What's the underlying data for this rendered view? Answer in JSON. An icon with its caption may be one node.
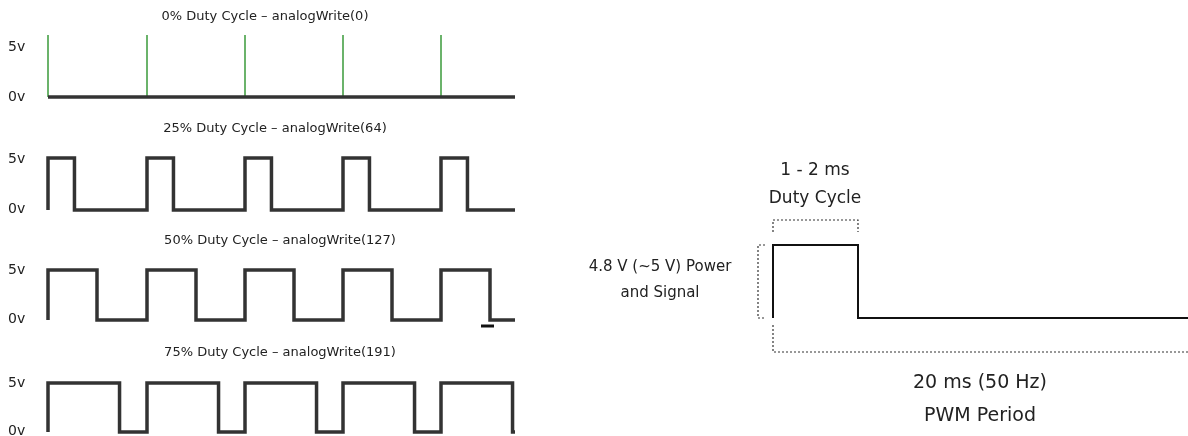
{
  "diagram": {
    "labels": [
      "0% Duty Cycle – analogWrite(0)",
      "5v",
      "0v",
      "25% Duty Cycle – analogWrite(64)",
      "5v",
      "0v",
      "50% Duty Cycle – analogWrite(127)",
      "5v",
      "0v",
      "75% Duty Cycle – analogWrite(191)",
      "5v",
      "0v",
      "1 - 2 ms",
      "Duty Cycle",
      "4.8 V (~5 V) Power and Signal",
      "20 ms (50 Hz)",
      "PWM Period"
    ]
  }
}
